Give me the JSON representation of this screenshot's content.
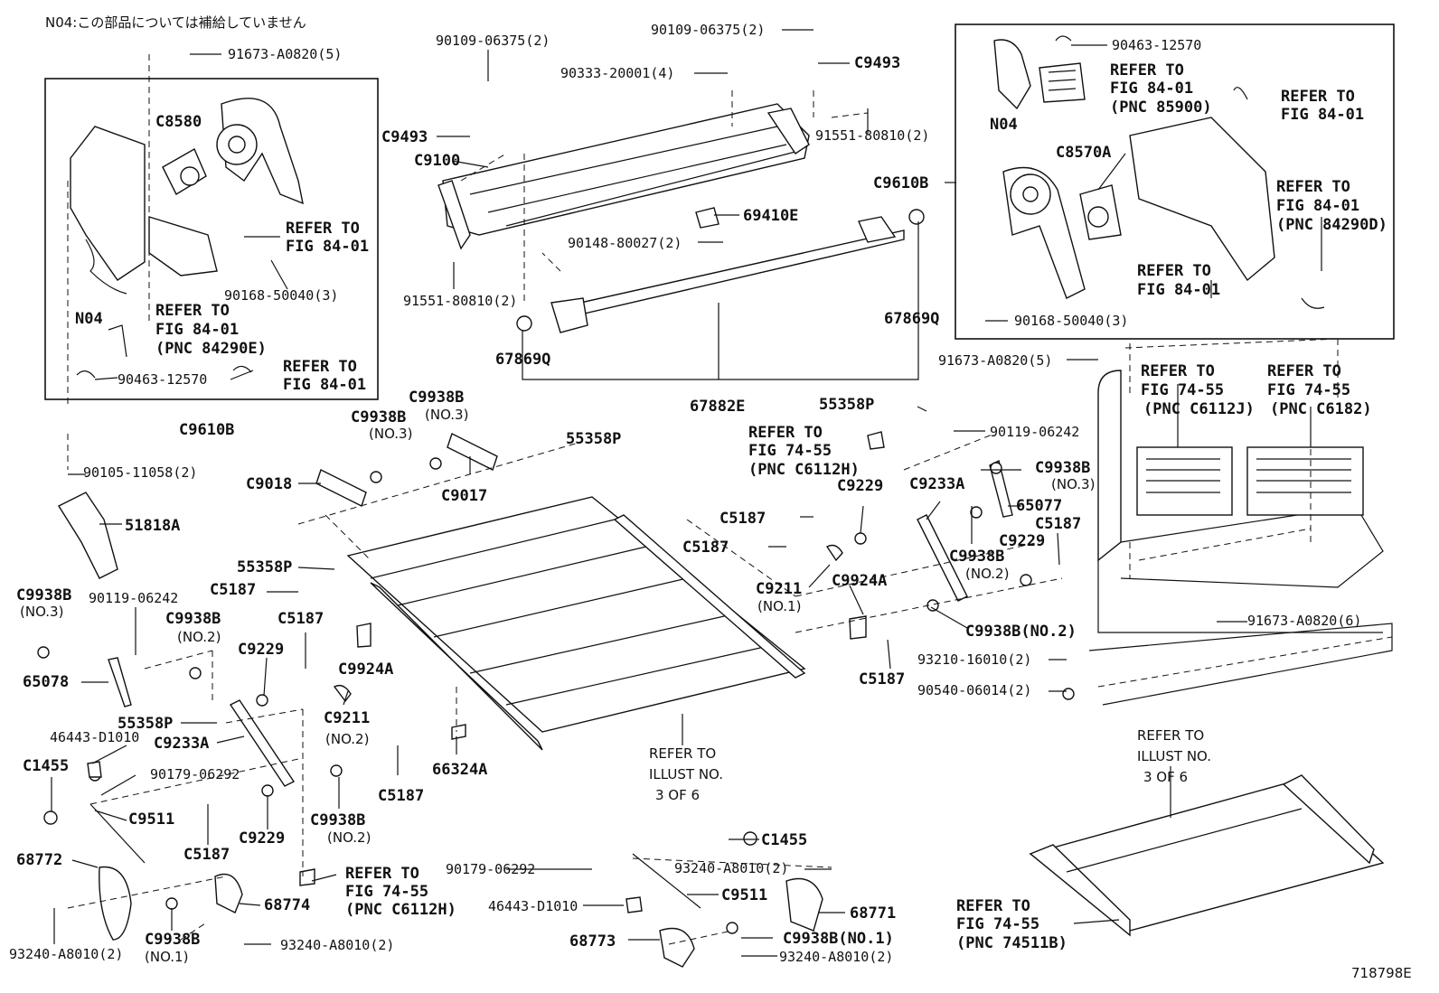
{
  "note": "N04:この部品については補給していません",
  "figure_id": "718798E",
  "labels": {
    "l1": "91673-A0820(5)",
    "l2": "90109-06375(2)",
    "l3": "90109-06375(2)",
    "l4": "C9493",
    "l5": "90333-20001(4)",
    "l6": "90463-12570",
    "l7": "REFER TO",
    "l8": "FIG 84-01",
    "l9": "(PNC 85900)",
    "l10": "REFER TO",
    "l11": "FIG 84-01",
    "l12": "N04",
    "l13": "C8580",
    "l14": "C9493",
    "l15": "C9100",
    "l16": "91551-80810(2)",
    "l17": "C8570A",
    "l18": "C9610B",
    "l19": "REFER TO",
    "l20": "FIG 84-01",
    "l21": "(PNC 84290D)",
    "l22": "REFER TO",
    "l23": "FIG 84-01",
    "l24": "69410E",
    "l25": "90148-80027(2)",
    "l26": "REFER TO",
    "l27": "FIG 84-01",
    "l28": "90168-50040(3)",
    "l29": "91551-80810(2)",
    "l30": "N04",
    "l31": "REFER TO",
    "l32": "FIG 84-01",
    "l33": "(PNC 84290E)",
    "l34": "90168-50040(3)",
    "l35": "67869Q",
    "l36": "67869Q",
    "l37": "90463-12570",
    "l38": "REFER TO",
    "l39": "FIG 84-01",
    "l40": "91673-A0820(5)",
    "l41": "67882E",
    "l42": "REFER TO",
    "l43": "FIG 74-55",
    "l44": "(PNC C6112J)",
    "l45": "REFER TO",
    "l46": "FIG 74-55",
    "l47": "(PNC C6182)",
    "l48": "C9610B",
    "l49": "C9938B",
    "l50": "(NO.3)",
    "l51": "C9938B",
    "l52": "(NO.3)",
    "l53": "55358P",
    "l54": "55358P",
    "l55": "90119-06242",
    "l56": "REFER TO",
    "l57": "FIG 74-55",
    "l58": "(PNC C6112H)",
    "l59": "90105-11058(2)",
    "l60": "C9018",
    "l61": "C9017",
    "l62": "C9938B",
    "l63": "(NO.3)",
    "l64": "C9229",
    "l65": "C9233A",
    "l66": "65077",
    "l67": "51818A",
    "l68": "C5187",
    "l69": "C5187",
    "l70": "C5187",
    "l71": "C9938B",
    "l72": "(NO.2)",
    "l73": "C9229",
    "l74": "55358P",
    "l75": "C9211",
    "l76": "(NO.1)",
    "l77": "C9924A",
    "l78": "C5187",
    "l79": "C9938B",
    "l80": "(NO.3)",
    "l81": "90119-06242",
    "l82": "C9938B",
    "l83": "(NO.2)",
    "l84": "C5187",
    "l85": "91673-A0820(6)",
    "l86": "C9938B(NO.2)",
    "l87": "C9229",
    "l88": "C9924A",
    "l89": "65078",
    "l90": "93210-16010(2)",
    "l91": "C5187",
    "l92": "90540-06014(2)",
    "l93": "C9211",
    "l94": "(NO.2)",
    "l95": "55358P",
    "l96": "C9233A",
    "l97": "46443-D1010",
    "l98": "REFER TO",
    "l99": "ILLUST NO.",
    "l100": "3 OF 6",
    "l101": "REFER TO",
    "l102": "ILLUST NO.",
    "l103": "3 OF 6",
    "l104": "66324A",
    "l105": "C1455",
    "l106": "90179-06292",
    "l107": "C5187",
    "l108": "C9511",
    "l109": "C9938B",
    "l110": "(NO.2)",
    "l111": "C5187",
    "l112": "C9229",
    "l113": "C1455",
    "l114": "68772",
    "l115": "REFER TO",
    "l116": "FIG 74-55",
    "l117": "(PNC C6112H)",
    "l118": "90179-06292",
    "l119": "93240-A8010(2)",
    "l120": "68774",
    "l121": "C9511",
    "l122": "46443-D1010",
    "l123": "68771",
    "l124": "REFER TO",
    "l125": "FIG 74-55",
    "l126": "(PNC 74511B)",
    "l127": "C9938B",
    "l128": "(NO.1)",
    "l129": "93240-A8010(2)",
    "l130": "68773",
    "l131": "C9938B(NO.1)",
    "l132": "93240-A8010(2)",
    "l133": "93240-A8010(2)"
  }
}
